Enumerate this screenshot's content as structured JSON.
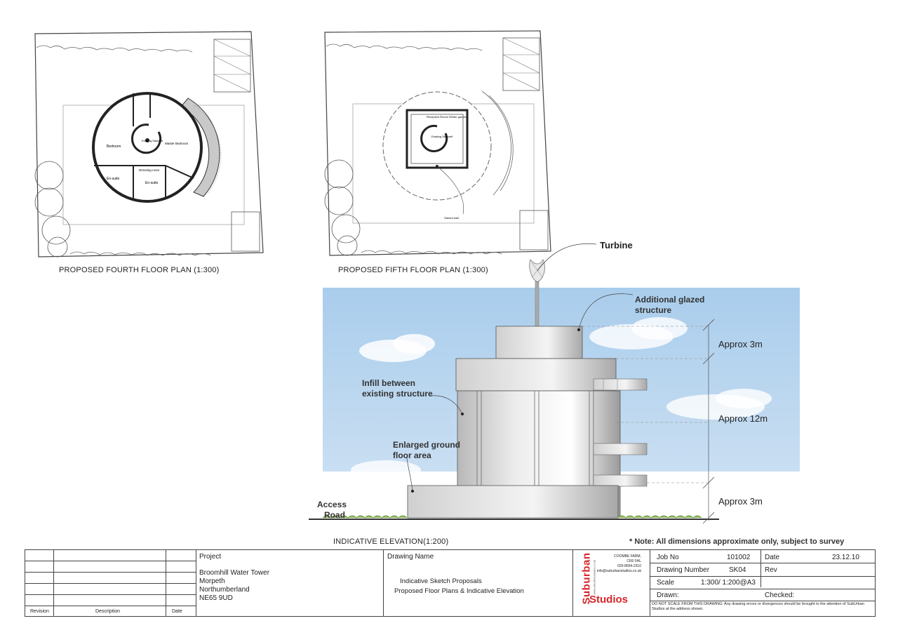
{
  "plans": {
    "fourth_title": "PROPOSED FOURTH FLOOR PLAN (1:300)",
    "fifth_title": "PROPOSED FIFTH FLOOR PLAN (1:300)",
    "fourth_rooms": {
      "bedroom": "Bedroom",
      "existing_stairwell": "Existing Stairwell",
      "master_bedroom": "Master Bedroom",
      "ensuite_left": "En-suite",
      "dressing_room": "Dressing room",
      "ensuite_right": "En-suite"
    },
    "fifth_rooms": {
      "reception": "Reception Room/ Winter garden",
      "existing_stairwell": "Existing Stairwell",
      "glazed_wall": "Glazed wall"
    }
  },
  "elevation": {
    "title": "INDICATIVE ELEVATION(1:200)",
    "note": "* Note: All dimensions approximate only, subject to survey",
    "labels": {
      "turbine": "Turbine",
      "additional_glazed_1": "Additional glazed",
      "additional_glazed_2": "structure",
      "infill_1": "Infill between",
      "infill_2": "existing structure",
      "enlarged_1": "Enlarged ground",
      "enlarged_2": "floor area",
      "access_1": "Access",
      "access_2": "Road"
    },
    "dimensions": {
      "top": "Approx 3m",
      "middle": "Approx 12m",
      "bottom": "Approx 3m"
    }
  },
  "title_block": {
    "revision": "Revision",
    "description": "Description",
    "date_col": "Date",
    "project_label": "Project",
    "project_lines": [
      "Broomhill Water Tower",
      "Morpeth",
      "Northumberland",
      "NE65 9UD"
    ],
    "drawing_name_label": "Drawing Name",
    "drawing_name_lines": [
      "Indicative Sketch Proposals",
      "Proposed Floor Plans & Indicative Elevation"
    ],
    "brand_top": "Suburban",
    "brand_bottom": "Studios",
    "brand_url": "www.suburbanstudios.co.uk",
    "address_lines": [
      "COOMBE FARM,",
      "CR0 5HL",
      "020-8654-2310",
      "info@suburbanstudios.co.uk"
    ],
    "job_no_label": "Job No",
    "job_no": "101002",
    "date_label": "Date",
    "date": "23.12.10",
    "drawing_number_label": "Drawing Number",
    "drawing_number": "SK04",
    "rev_label": "Rev",
    "scale_label": "Scale",
    "scale": "1:300/ 1:200@A3",
    "drawn_label": "Drawn:",
    "checked_label": "Checked:",
    "disclaimer": "DO NOT SCALE FROM THIS DRAWING: Any drawing errors or divergences should be brought to the attention of SubUrban Studios at the address shown."
  }
}
